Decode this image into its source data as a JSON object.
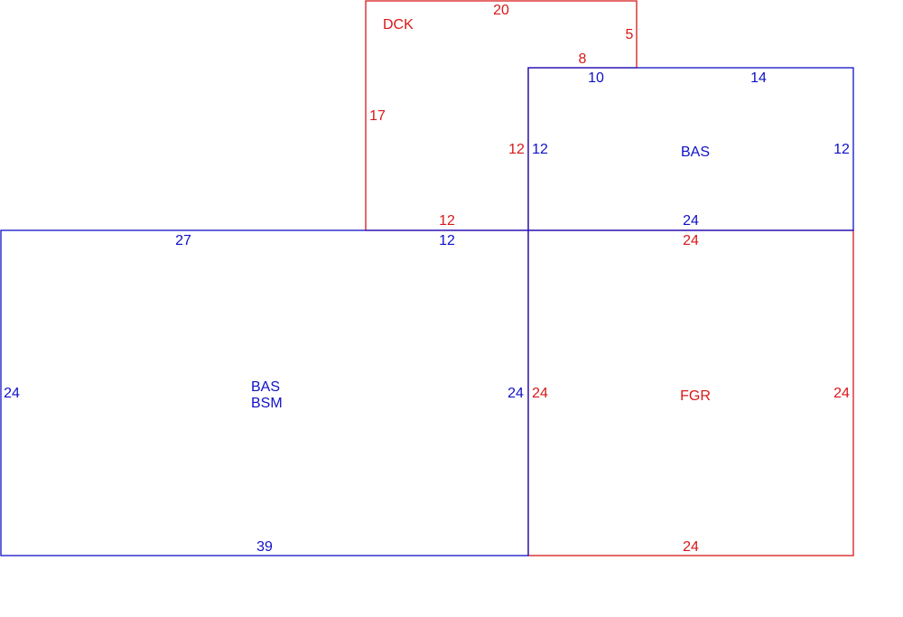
{
  "colors": {
    "blue": "#1010c8",
    "red": "#d81818"
  },
  "areas": {
    "dck": {
      "label": "DCK",
      "dims": {
        "top": "20",
        "right": "5",
        "step": "8",
        "left": "17",
        "inner_right": "12",
        "bottom": "12"
      }
    },
    "bas_upper": {
      "label": "BAS",
      "dims": {
        "top_left": "10",
        "top_right": "14",
        "left": "12",
        "right": "12",
        "bottom": "24"
      }
    },
    "bas_bsm": {
      "label_line1": "BAS",
      "label_line2": "BSM",
      "dims": {
        "top_left": "27",
        "top_right": "12",
        "left": "24",
        "right": "24",
        "bottom": "39"
      }
    },
    "fgr": {
      "label": "FGR",
      "dims": {
        "top": "24",
        "left": "24",
        "right": "24",
        "bottom": "24"
      }
    }
  }
}
